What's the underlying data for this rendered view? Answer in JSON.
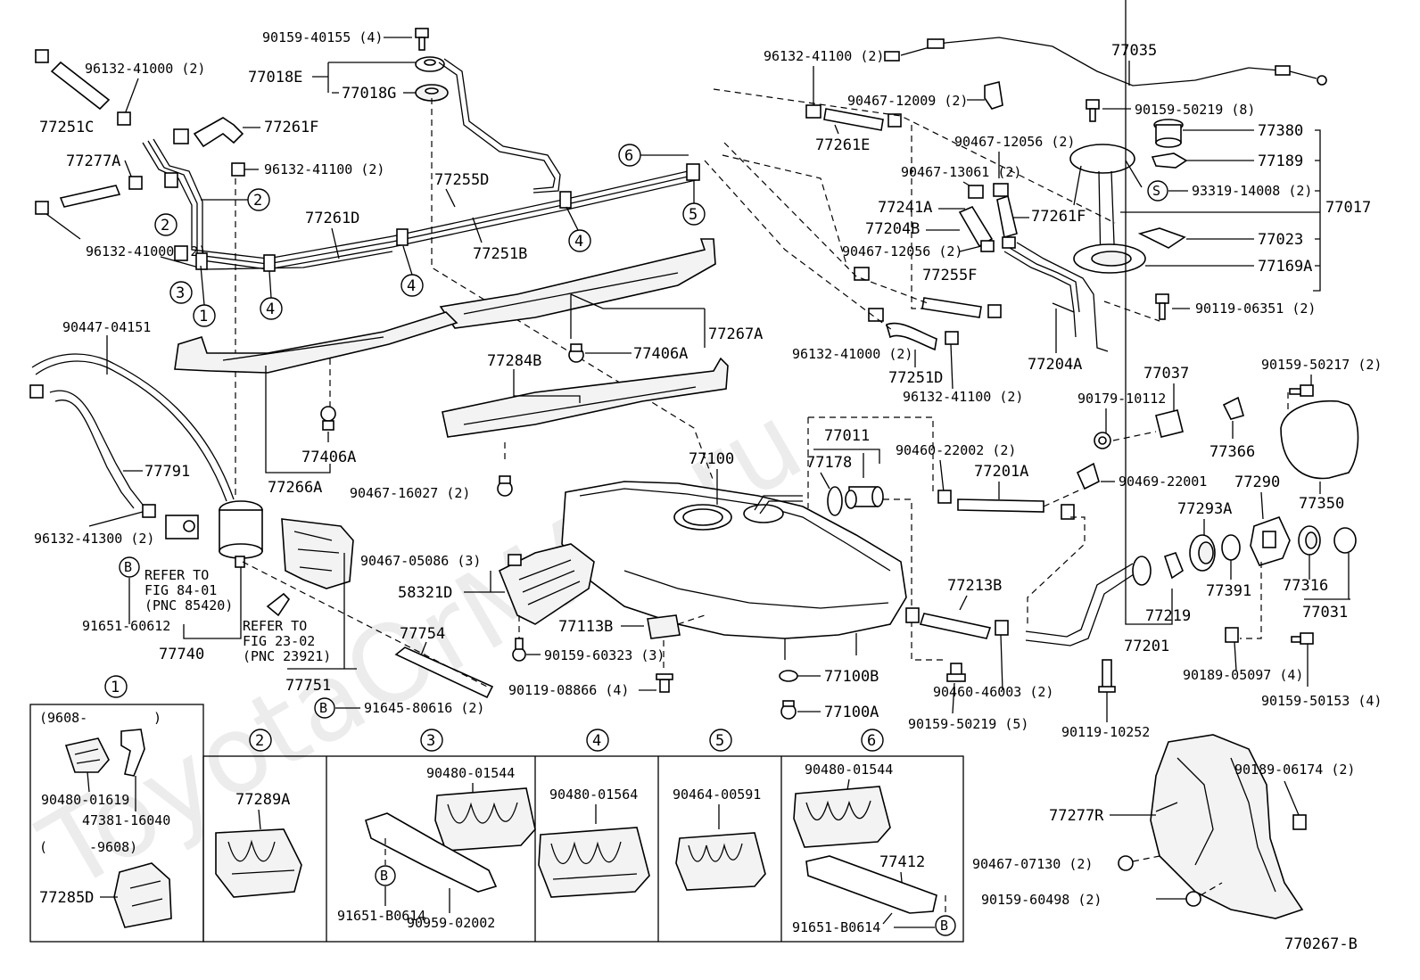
{
  "watermark": "ToyotaOrMAx.ru",
  "figure_id": "770267-B",
  "callouts": {
    "c1": "1",
    "c2": "2",
    "c3": "3",
    "c4": "4",
    "c5": "5",
    "c6": "6",
    "s": "S",
    "b": "B"
  },
  "labels": {
    "p90159_40155": "90159-40155 (4)",
    "p77018E": "77018E",
    "p77018G": "77018G",
    "p96132_41000_top": "96132-41000 (2)",
    "p77251C": "77251C",
    "p77261F_top": "77261F",
    "p77277A": "77277A",
    "p96132_41100_a": "96132-41100 (2)",
    "p77255D": "77255D",
    "p77261D": "77261D",
    "p77251B": "77251B",
    "p96132_41000_left": "96132-41000 (2)",
    "p90447_04151": "90447-04151",
    "p77267A": "77267A",
    "p77406A_1": "77406A",
    "p77284B": "77284B",
    "p77406A_2": "77406A",
    "p77791": "77791",
    "p77266A": "77266A",
    "p90467_16027": "90467-16027 (2)",
    "p96132_41300": "96132-41300 (2)",
    "refer1_a": "REFER TO",
    "refer1_b": "FIG 84-01",
    "refer1_c": "(PNC 85420)",
    "p91651_60612": "91651-60612",
    "p77740": "77740",
    "refer2_a": "REFER TO",
    "refer2_b": "FIG 23-02",
    "refer2_c": "(PNC 23921)",
    "p77751": "77751",
    "p91645_80616": "91645-80616 (2)",
    "p90467_05086": "90467-05086 (3)",
    "p58321D": "58321D",
    "p77754": "77754",
    "p77113B": "77113B",
    "p90159_60323": "90159-60323 (3)",
    "p90119_08866": "90119-08866 (4)",
    "p77100": "77100",
    "p77011": "77011",
    "p77178": "77178",
    "p77100B": "77100B",
    "p77100A": "77100A",
    "p96132_41100_b": "96132-41100 (2)",
    "p90467_12009": "90467-12009 (2)",
    "p77261E": "77261E",
    "p90467_12056_a": "90467-12056 (2)",
    "p90467_13061": "90467-13061 (2)",
    "p77241A": "77241A",
    "p77204B": "77204B",
    "p77261F_mid": "77261F",
    "p90467_12056_b": "90467-12056 (2)",
    "p77255F": "77255F",
    "p96132_41000_mid": "96132-41000 (2)",
    "p77251D": "77251D",
    "p96132_41100_c": "96132-41100 (2)",
    "p77204A": "77204A",
    "p77035": "77035",
    "p90159_50219_8": "90159-50219 (8)",
    "p77380": "77380",
    "p77189": "77189",
    "p93319_14008": "93319-14008 (2)",
    "p77017": "77017",
    "p77023": "77023",
    "p77169A": "77169A",
    "p90119_06351": "90119-06351 (2)",
    "p90460_22002": "90460-22002 (2)",
    "p77201A": "77201A",
    "p90469_22001": "90469-22001",
    "p77213B": "77213B",
    "p90460_46003": "90460-46003 (2)",
    "p90159_50219_5": "90159-50219 (5)",
    "p77037": "77037",
    "p90179_10112": "90179-10112",
    "p77366": "77366",
    "p90159_50217": "90159-50217 (2)",
    "p77350": "77350",
    "p77290": "77290",
    "p77293A": "77293A",
    "p77391": "77391",
    "p77316": "77316",
    "p77031": "77031",
    "p77219": "77219",
    "p77201": "77201",
    "p90189_05097": "90189-05097 (4)",
    "p90159_50153": "90159-50153 (4)",
    "p90119_10252": "90119-10252",
    "p90189_06174": "90189-06174 (2)",
    "p77277R": "77277R",
    "p90467_07130": "90467-07130 (2)",
    "p90159_60498": "90159-60498 (2)"
  },
  "detail_boxes": {
    "box1": {
      "date_from": "(9608-",
      "date_from_close": ")",
      "date_to": "(",
      "date_to_b": "-9608)",
      "part_a": "90480-01619",
      "part_b": "47381-16040",
      "part_c": "77285D"
    },
    "box2": {
      "part_a": "77289A"
    },
    "box3": {
      "part_a": "90480-01544",
      "part_b": "91651-B0614",
      "part_c": "90959-02002"
    },
    "box4": {
      "part_a": "90480-01564"
    },
    "box5": {
      "part_a": "90464-00591"
    },
    "box6": {
      "part_a": "90480-01544",
      "part_b": "77412",
      "part_c": "91651-B0614"
    }
  }
}
